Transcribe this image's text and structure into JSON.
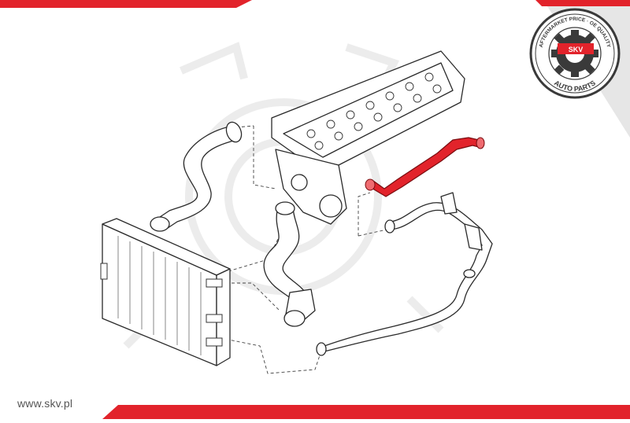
{
  "brand": {
    "website": "www.skv.pl",
    "logo_center": "SKV",
    "logo_ring_top": "AFTERMARKET PRICE · OE QUALITY",
    "logo_ring_bottom": "AUTO PARTS",
    "accent_color": "#e2232b",
    "highlight_color": "#e2232b"
  },
  "diagram": {
    "highlighted_part": "coolant-pipe",
    "parts": [
      "radiator",
      "upper-radiator-hose",
      "lower-radiator-hose",
      "cylinder-head",
      "coolant-pipe",
      "heater-hose-assembly"
    ]
  }
}
